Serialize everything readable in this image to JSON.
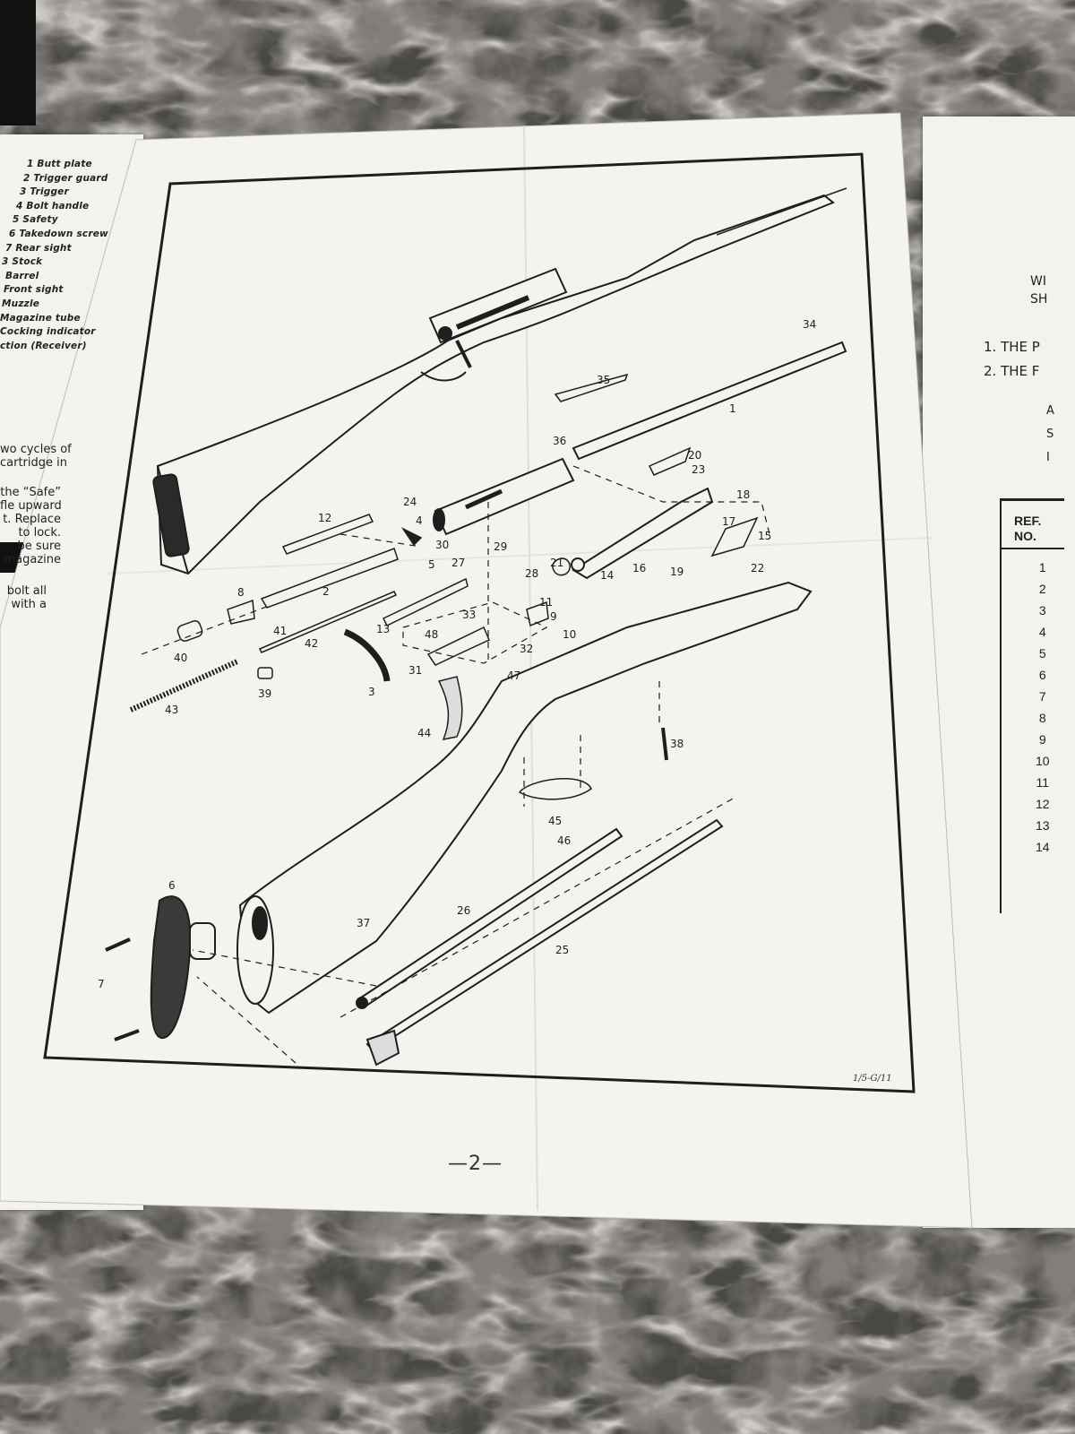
{
  "parts_list": [
    "1 Butt plate",
    "2 Trigger guard",
    "3 Trigger",
    "4 Bolt handle",
    "5 Safety",
    "6 Takedown screw",
    "7 Rear sight",
    "3 Stock",
    "Barrel",
    "Front sight",
    "Muzzle",
    "Magazine tube",
    "Cocking indicator",
    "ction (Receiver)"
  ],
  "left_text_blocks": [
    [
      "wo cycles of",
      "cartridge in"
    ],
    [
      "the “Safe”",
      "fle upward",
      "t. Replace",
      "to lock.",
      "be sure",
      "magazine"
    ],
    [
      "bolt all",
      "with a"
    ]
  ],
  "right_page": {
    "header_fragments": [
      "WI",
      "SH"
    ],
    "list_lines": [
      "1. THE P",
      "2. THE F"
    ],
    "fragments": [
      "A",
      "S",
      "I"
    ],
    "table_header": [
      "REF.",
      "NO."
    ],
    "ref_numbers": [
      "1",
      "2",
      "3",
      "4",
      "5",
      "6",
      "7",
      "8",
      "9",
      "10",
      "11",
      "12",
      "13",
      "14"
    ]
  },
  "diagram_callouts": [
    "1",
    "2",
    "3",
    "4",
    "5",
    "6",
    "7",
    "8",
    "9",
    "10",
    "11",
    "12",
    "13",
    "14",
    "15",
    "16",
    "17",
    "18",
    "19",
    "20",
    "21",
    "22",
    "23",
    "24",
    "25",
    "26",
    "27",
    "28",
    "29",
    "30",
    "31",
    "32",
    "33",
    "34",
    "35",
    "36",
    "37",
    "38",
    "39",
    "40",
    "41",
    "42",
    "43",
    "44",
    "45",
    "46",
    "47",
    "48"
  ],
  "page_number": "—2—",
  "signature": "1/5-G/11",
  "colors": {
    "paper": "#f4f2ec",
    "ink": "#1e1e1e",
    "granite_dark": "#2f2e2c",
    "granite_light": "#8a8782"
  }
}
